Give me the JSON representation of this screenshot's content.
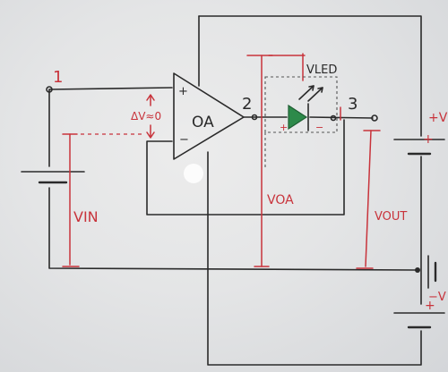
{
  "diagram": {
    "node_labels": {
      "n1": "1",
      "n2": "2",
      "n3": "3"
    },
    "opamp_label": "OA",
    "opamp_plus": "+",
    "opamp_minus": "−",
    "delta_v_label": "ΔV≈0",
    "led_label": "VLED",
    "led_plus": "+",
    "led_minus": "−",
    "v_oa_label": "VOA",
    "v_in_label": "VIN",
    "v_out_label": "VOUT",
    "supply_top_label": "+V",
    "supply_top_plus": "+",
    "supply_bottom_label": "−V",
    "supply_bottom_plus": "+"
  }
}
